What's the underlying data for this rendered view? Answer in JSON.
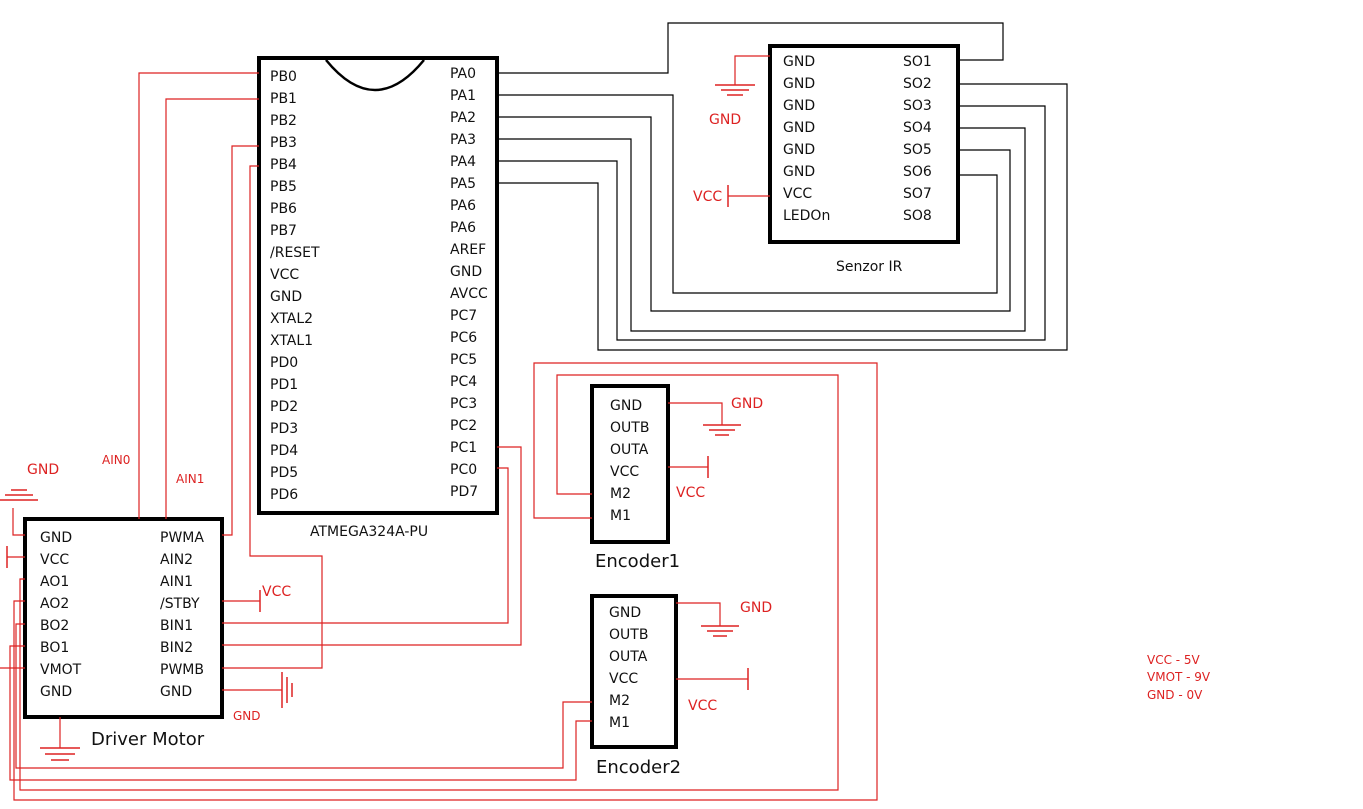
{
  "mcu": {
    "name": "ATMEGA324A-PU",
    "left_pins": [
      "PB0",
      "PB1",
      "PB2",
      "PB3",
      "PB4",
      "PB5",
      "PB6",
      "PB7",
      "/RESET",
      "VCC",
      "GND",
      "XTAL2",
      "XTAL1",
      "PD0",
      "PD1",
      "PD2",
      "PD3",
      "PD4",
      "PD5",
      "PD6"
    ],
    "right_pins": [
      "PA0",
      "PA1",
      "PA2",
      "PA3",
      "PA4",
      "PA5",
      "PA6",
      "PA6",
      "AREF",
      "GND",
      "AVCC",
      "PC7",
      "PC6",
      "PC5",
      "PC4",
      "PC3",
      "PC2",
      "PC1",
      "PC0",
      "PD7"
    ]
  },
  "ir_sensor": {
    "name": "Senzor IR",
    "left_pins": [
      "GND",
      "GND",
      "GND",
      "GND",
      "GND",
      "GND",
      "VCC",
      "LEDOn"
    ],
    "right_pins": [
      "SO1",
      "SO2",
      "SO3",
      "SO4",
      "SO5",
      "SO6",
      "SO7",
      "SO8"
    ]
  },
  "encoder1": {
    "name": "Encoder1",
    "pins": [
      "GND",
      "OUTB",
      "OUTA",
      "VCC",
      "M2",
      "M1"
    ]
  },
  "encoder2": {
    "name": "Encoder2",
    "pins": [
      "GND",
      "OUTB",
      "OUTA",
      "VCC",
      "M2",
      "M1"
    ]
  },
  "driver": {
    "name": "Driver Motor",
    "left_pins": [
      "GND",
      "VCC",
      "AO1",
      "AO2",
      "BO2",
      "BO1",
      "VMOT",
      "GND"
    ],
    "right_pins": [
      "PWMA",
      "AIN2",
      "AIN1",
      "/STBY",
      "BIN1",
      "BIN2",
      "PWMB",
      "GND"
    ]
  },
  "net_labels": {
    "gnd": "GND",
    "vcc": "VCC",
    "ain0": "AIN0",
    "ain1": "AIN1"
  },
  "legend": [
    "VCC - 5V",
    "VMOT - 9V",
    "GND - 0V"
  ],
  "colors": {
    "wire_red": "#dd2222",
    "wire_black": "#000000"
  }
}
